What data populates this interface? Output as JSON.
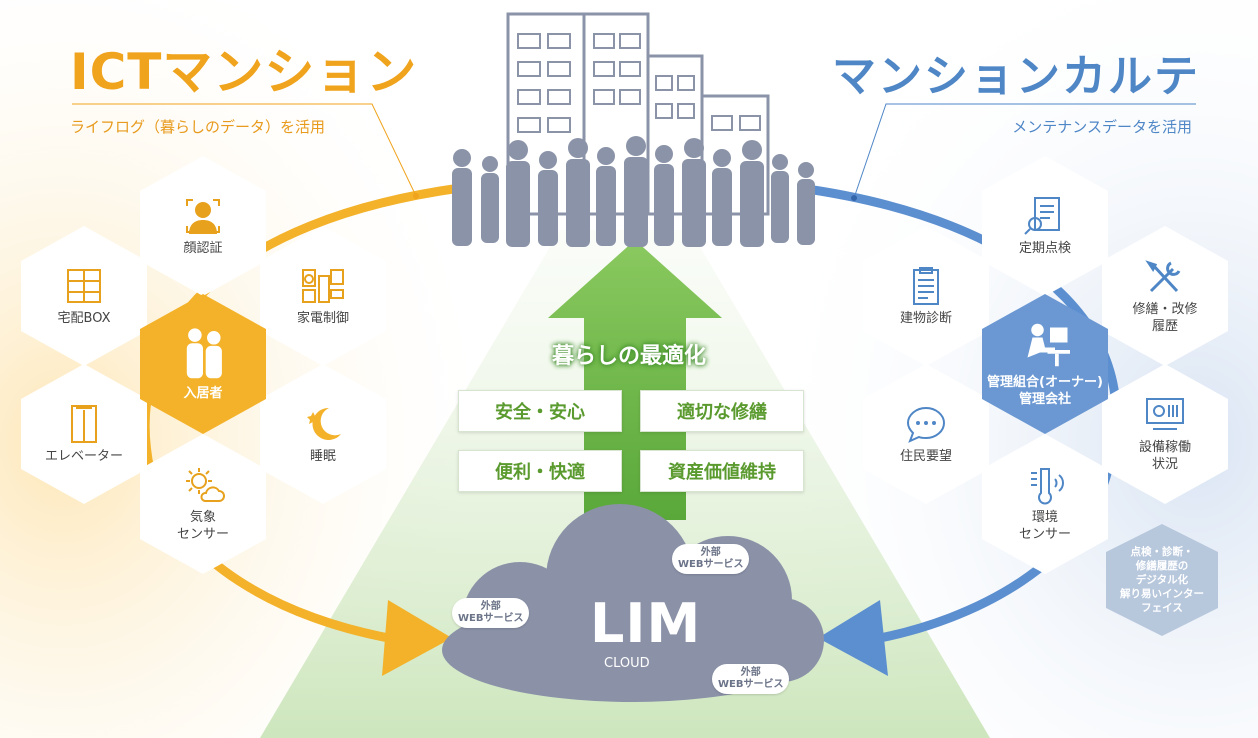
{
  "left": {
    "title": "ICTマンション",
    "subtitle": "ライフログ（暮らしのデータ）を活用",
    "center": "入居者",
    "items": [
      "顔認証",
      "家電制御",
      "睡眠",
      "気象\nセンサー",
      "エレベーター",
      "宅配BOX"
    ]
  },
  "right": {
    "title": "マンションカルテ",
    "subtitle": "メンテナンスデータを活用",
    "center": "管理組合(オーナー)\n管理会社",
    "items": [
      "定期点検",
      "修繕・改修\n履歴",
      "設備稼働\n状況",
      "環境\nセンサー",
      "住民要望",
      "建物診断"
    ],
    "note": "点検・診断・\n修繕履歴の\nデジタル化\n解り易いインター\nフェイス"
  },
  "center": {
    "slogan": "暮らしの最適化",
    "boxes": [
      "安全・安心",
      "適切な修繕",
      "便利・快適",
      "資産価値維持"
    ]
  },
  "cloud": {
    "name": "LIM",
    "sub": "CLOUD",
    "services": [
      "外部\nWEBサービス",
      "外部\nWEBサービス",
      "外部\nWEBサービス"
    ]
  },
  "colors": {
    "orange": "#f3b229",
    "blue": "#6b98d3",
    "green": "#6bb646",
    "cloud": "#8b92a8",
    "building": "#8a93a8"
  },
  "icons": {
    "left": [
      "face-icon",
      "appliance-icon",
      "moon-icon",
      "weather-icon",
      "elevator-icon",
      "locker-icon",
      "residents-icon"
    ],
    "right": [
      "checklist-icon",
      "tools-icon",
      "monitor-icon",
      "thermometer-icon",
      "chat-icon",
      "clipboard-icon",
      "manager-icon"
    ]
  }
}
